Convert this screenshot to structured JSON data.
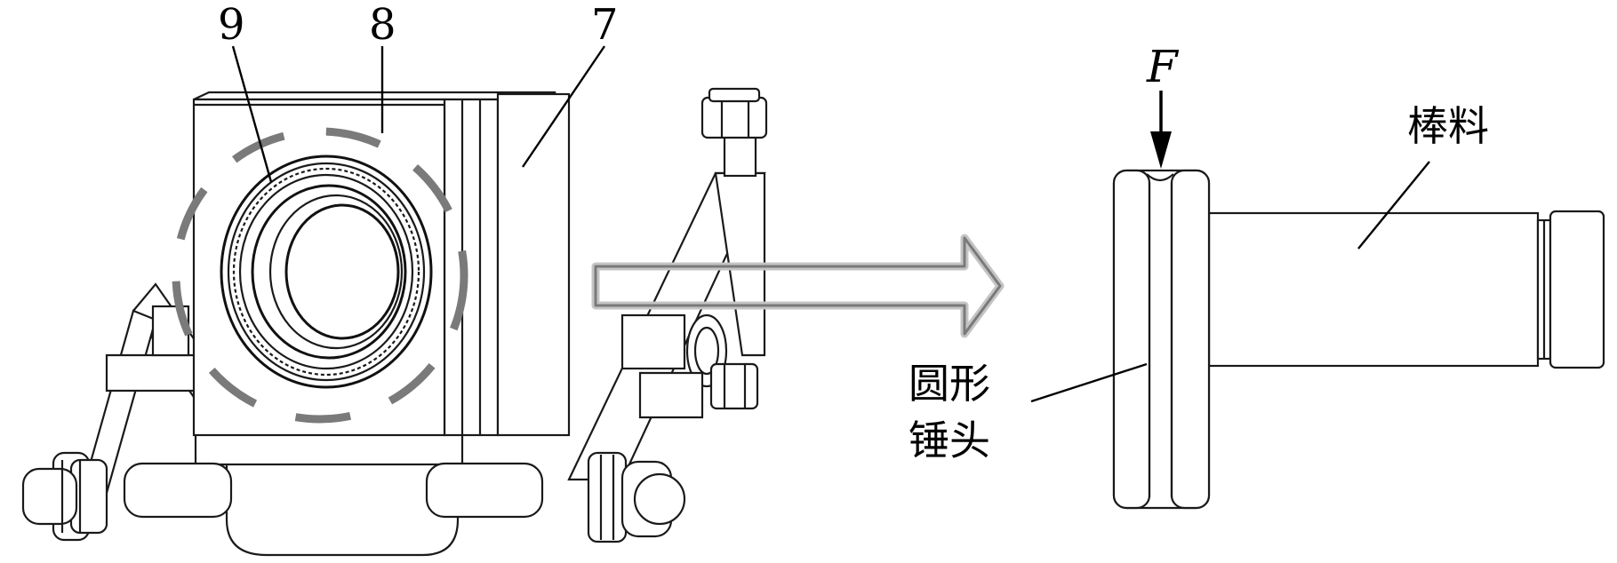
{
  "labels": {
    "part_9": "9",
    "part_8": "8",
    "part_7": "7",
    "force": "F",
    "bar": "棒料",
    "hammer_line1": "圆形",
    "hammer_line2": "锤头"
  },
  "colors": {
    "lines": "#1a1a1a",
    "dashed_circle": "#7a7a7a",
    "arrow_outline": "#8c8c8c",
    "background": "#ffffff"
  }
}
